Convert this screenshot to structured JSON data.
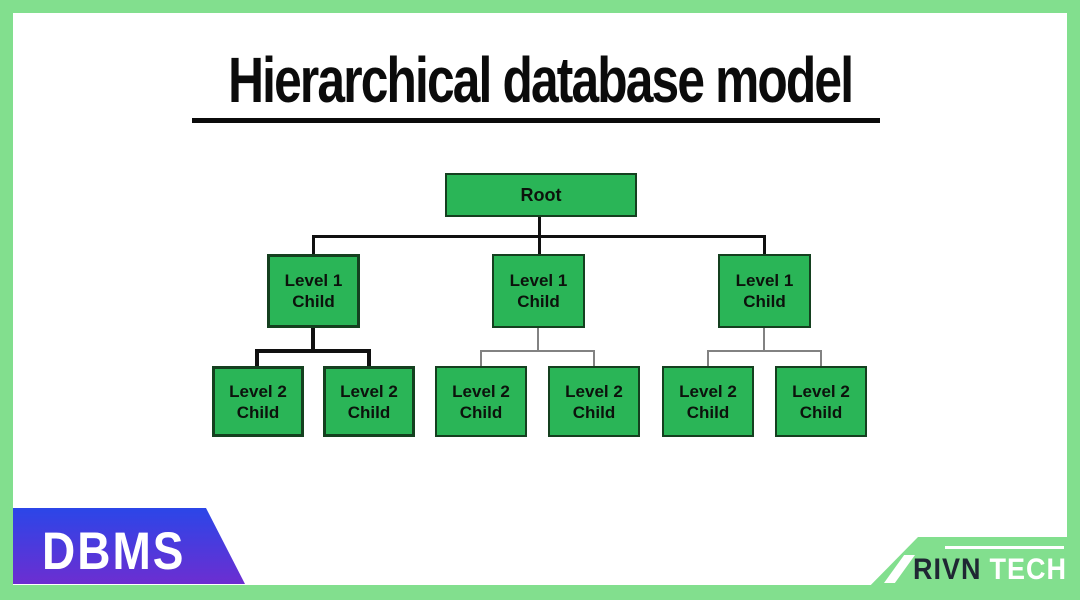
{
  "title": {
    "text": "Hierarchical database model"
  },
  "diagram": {
    "root": {
      "label": "Root"
    },
    "level1": [
      {
        "line1": "Level 1",
        "line2": "Child"
      },
      {
        "line1": "Level 1",
        "line2": "Child"
      },
      {
        "line1": "Level 1",
        "line2": "Child"
      }
    ],
    "level2": [
      {
        "line1": "Level 2",
        "line2": "Child"
      },
      {
        "line1": "Level 2",
        "line2": "Child"
      },
      {
        "line1": "Level 2",
        "line2": "Child"
      },
      {
        "line1": "Level 2",
        "line2": "Child"
      },
      {
        "line1": "Level 2",
        "line2": "Child"
      },
      {
        "line1": "Level 2",
        "line2": "Child"
      }
    ]
  },
  "footer": {
    "dbms_label": "DBMS",
    "brand_primary": "RIVN",
    "brand_secondary": "TECH"
  },
  "colors": {
    "frame_green": "#82df8e",
    "node_fill": "#2ab557",
    "node_border": "#14401f",
    "badge_blue": "#2b46e8",
    "badge_purple": "#6c2ed1",
    "brand_dark": "#1f2733"
  }
}
